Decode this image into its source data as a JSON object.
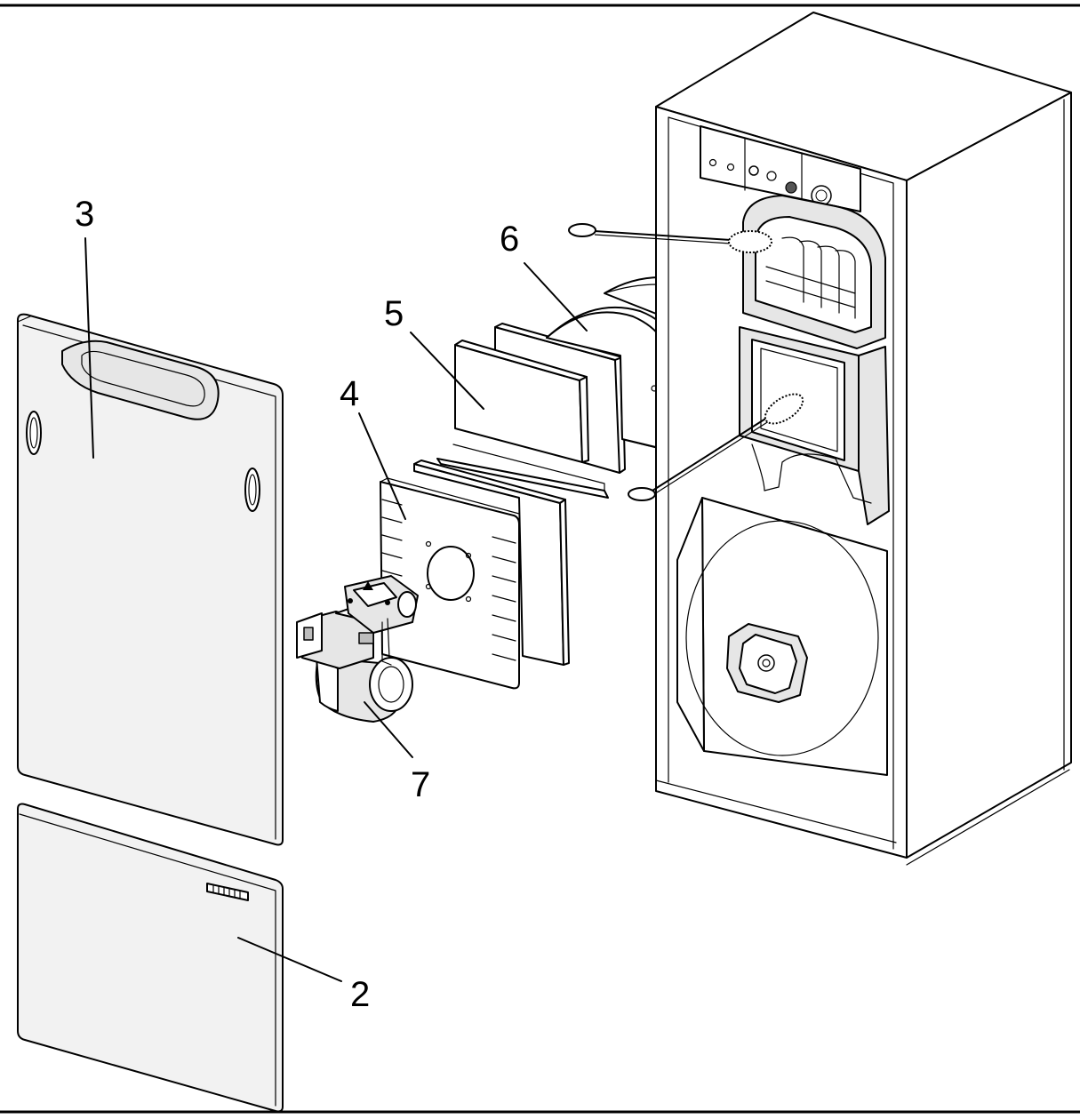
{
  "diagram": {
    "labels": [
      {
        "id": "2",
        "text": "2"
      },
      {
        "id": "3",
        "text": "3"
      },
      {
        "id": "4",
        "text": "4"
      },
      {
        "id": "5",
        "text": "5"
      },
      {
        "id": "6",
        "text": "6"
      },
      {
        "id": "7",
        "text": "7"
      }
    ]
  }
}
